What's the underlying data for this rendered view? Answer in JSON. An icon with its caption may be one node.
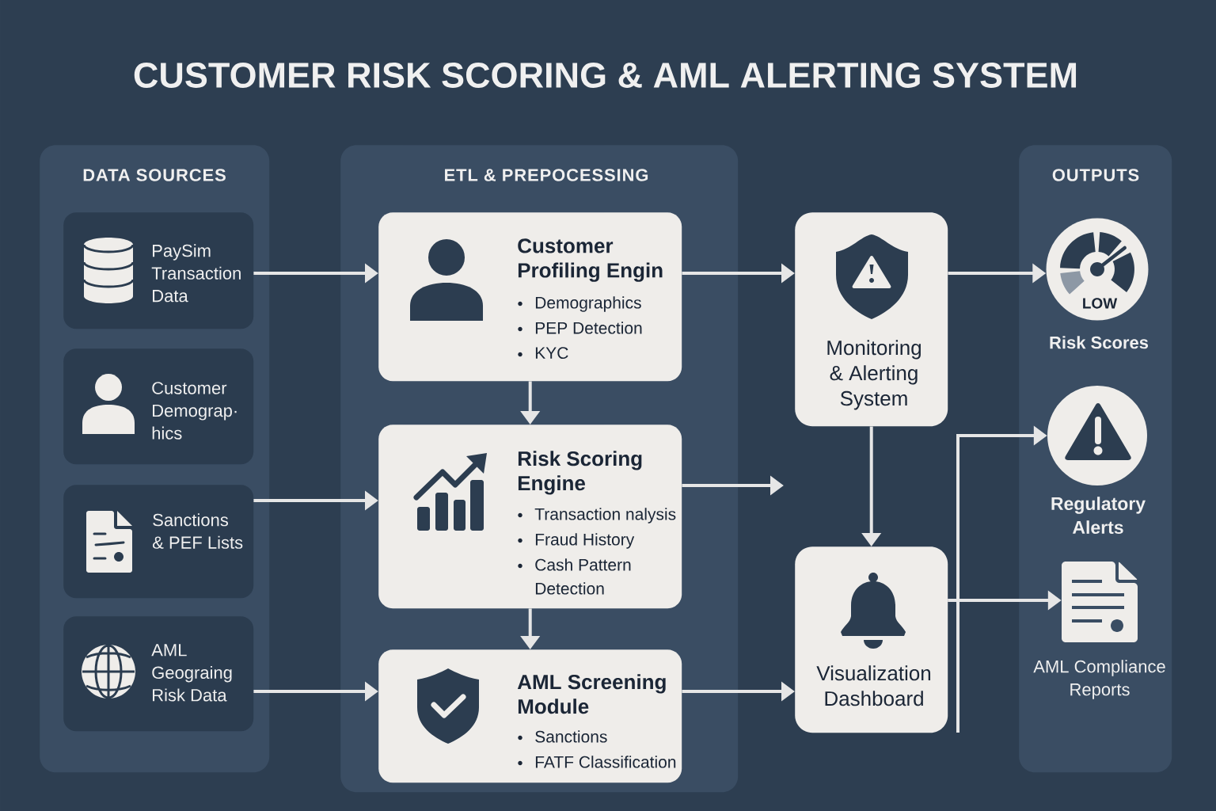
{
  "diagram": {
    "title": "CUSTOMER RISK SCORING & AML ALERTING SYSTEM",
    "nodes": [
      {
        "text": [
          "DATA SOURCES"
        ]
      },
      {
        "text": [
          "PaySim Transaction Data"
        ],
        "in": 0
      },
      {
        "text": [
          "Customer Demograp· hics"
        ],
        "in": 0
      },
      {
        "text": [
          "Sanctions & PEF Lists"
        ],
        "in": 0
      },
      {
        "text": [
          "AML Geograing Risk Data"
        ],
        "in": 0
      },
      {
        "text": [
          "ETL & PREPOCESSING"
        ]
      },
      {
        "text": [
          "Customer Profiling Engin",
          "Demographics",
          "PEP Detection",
          "KYC"
        ],
        "in": 5
      },
      {
        "text": [
          "Risk Scoring Engine",
          "Transaction nalysis",
          "Fraud History",
          "Cash Pattern Detection"
        ],
        "in": 5
      },
      {
        "text": [
          "AML Screening Module",
          "Sanctions",
          "FATF Classification"
        ],
        "in": 5
      },
      {
        "text": [
          "Monitoring & Alerting System"
        ]
      },
      {
        "text": [
          "Visualization Dashboard"
        ]
      },
      {
        "text": [
          "OUTPUTS"
        ]
      },
      {
        "text": [
          "LOW",
          "Risk Scores"
        ],
        "in": 11
      },
      {
        "text": [
          "Regulatory Alerts"
        ],
        "in": 11
      },
      {
        "text": [
          "AML Compliance Reports"
        ],
        "in": 11
      }
    ],
    "edges": [
      {
        "from": 1,
        "to": 6,
        "arrow": "to"
      },
      {
        "from": 3,
        "to": 7,
        "arrow": "to"
      },
      {
        "from": 4,
        "to": 8,
        "arrow": "to"
      },
      {
        "from": 6,
        "to": 7,
        "arrow": "to"
      },
      {
        "from": 7,
        "to": 8,
        "arrow": "to"
      },
      {
        "from": 6,
        "to": 9,
        "arrow": "to"
      },
      {
        "from": 7,
        "to": null,
        "arrow": "to"
      },
      {
        "from": 8,
        "to": 10,
        "arrow": "to"
      },
      {
        "from": 9,
        "to": 10,
        "arrow": "to"
      },
      {
        "from": 9,
        "to": 12,
        "arrow": "to"
      },
      {
        "from": 10,
        "to": 13,
        "arrow": "to"
      },
      {
        "from": 10,
        "to": 14,
        "arrow": "to"
      }
    ]
  }
}
